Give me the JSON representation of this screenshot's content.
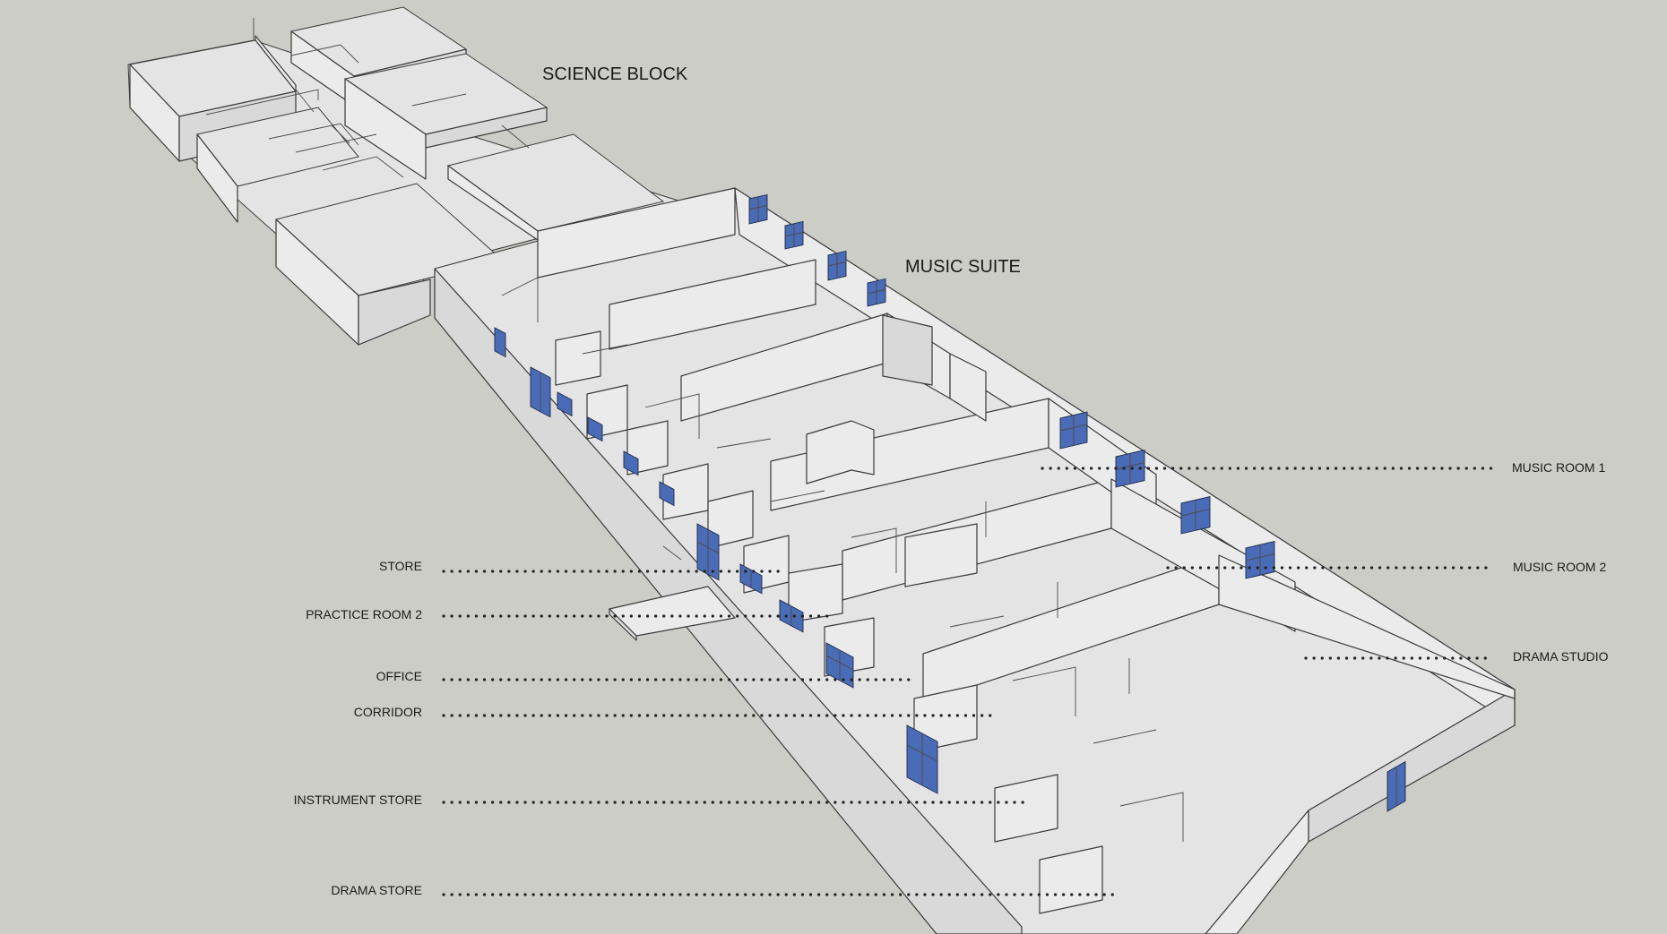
{
  "blocks": {
    "science_block": "SCIENCE BLOCK",
    "music_suite": "MUSIC SUITE"
  },
  "labels": {
    "music_room_1": "MUSIC  ROOM 1",
    "music_room_2": "MUSIC ROOM 2",
    "drama_studio": "DRAMA STUDIO",
    "store": "STORE",
    "practice_room_2": "PRACTICE ROOM 2",
    "office": "OFFICE",
    "corridor": "CORRIDOR",
    "instrument_store": "INSTRUMENT STORE",
    "drama_store": "DRAMA STORE"
  },
  "colors": {
    "background": "#cdcdc7",
    "walls": "#ebebeb",
    "windows": "#4a6bb5"
  }
}
